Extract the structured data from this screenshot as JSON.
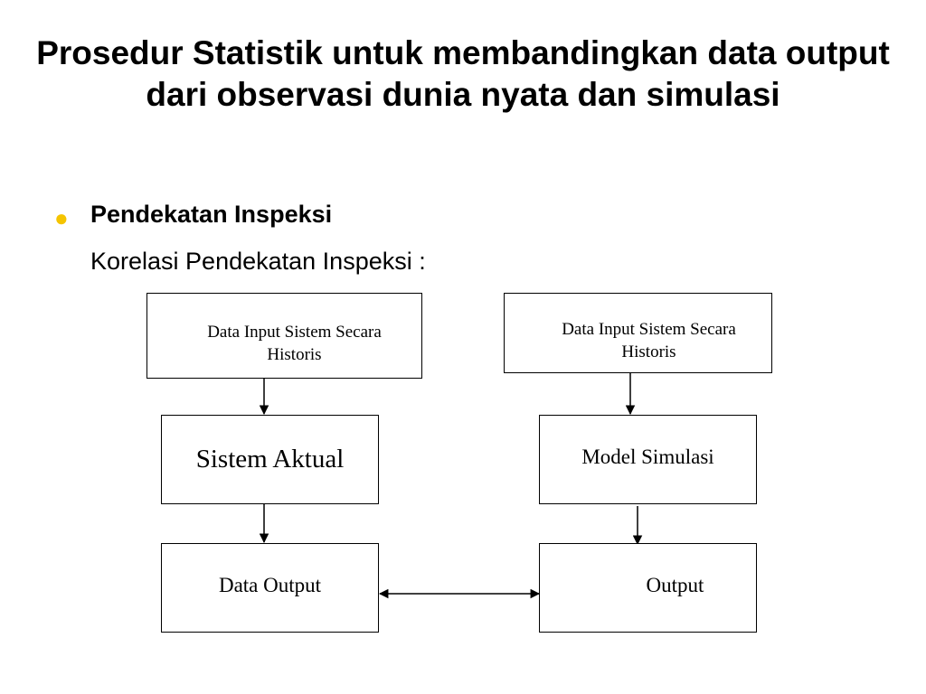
{
  "slide": {
    "title": "Prosedur Statistik untuk membandingkan data output dari observasi dunia nyata dan simulasi",
    "bullet": {
      "heading": "Pendekatan Inspeksi",
      "subtext": "Korelasi Pendekatan Inspeksi :"
    }
  },
  "diagram": {
    "left": {
      "input": "Data Input Sistem Secara Historis",
      "system": "Sistem Aktual",
      "output": "Data Output"
    },
    "right": {
      "input": "Data Input Sistem Secara Historis",
      "system": "Model Simulasi",
      "output": "Output"
    }
  },
  "colors": {
    "bullet": "#f5c400",
    "text": "#000000",
    "border": "#000000"
  }
}
